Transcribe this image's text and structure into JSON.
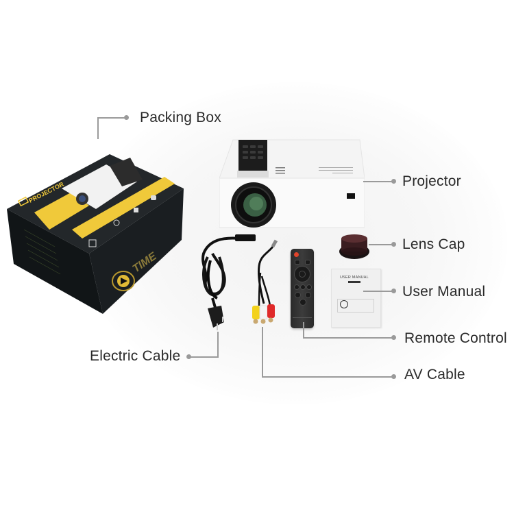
{
  "image": {
    "description": "Product package contents diagram for a mini LED projector",
    "background": "#ffffff",
    "line_color": "#9a9a9a",
    "text_color": "#2a2a2a"
  },
  "labels": {
    "packing_box": "Packing Box",
    "projector": "Projector",
    "lens_cap": "Lens Cap",
    "user_manual": "User Manual",
    "remote_control": "Remote Control",
    "av_cable": "AV Cable",
    "electric_cable": "Electric Cable"
  },
  "box": {
    "brand_text": "TIME",
    "product_text": "PROJECTOR",
    "colors": {
      "body": "#1c1f22",
      "accent": "#f0c93a",
      "text": "#d9b23a"
    }
  },
  "manual": {
    "title": "USER MANUAL"
  },
  "remote": {
    "power_color": "#e0442b"
  },
  "av_cable": {
    "plug_colors": [
      "#f3d21c",
      "#f4f4f4",
      "#e02a2a"
    ]
  }
}
